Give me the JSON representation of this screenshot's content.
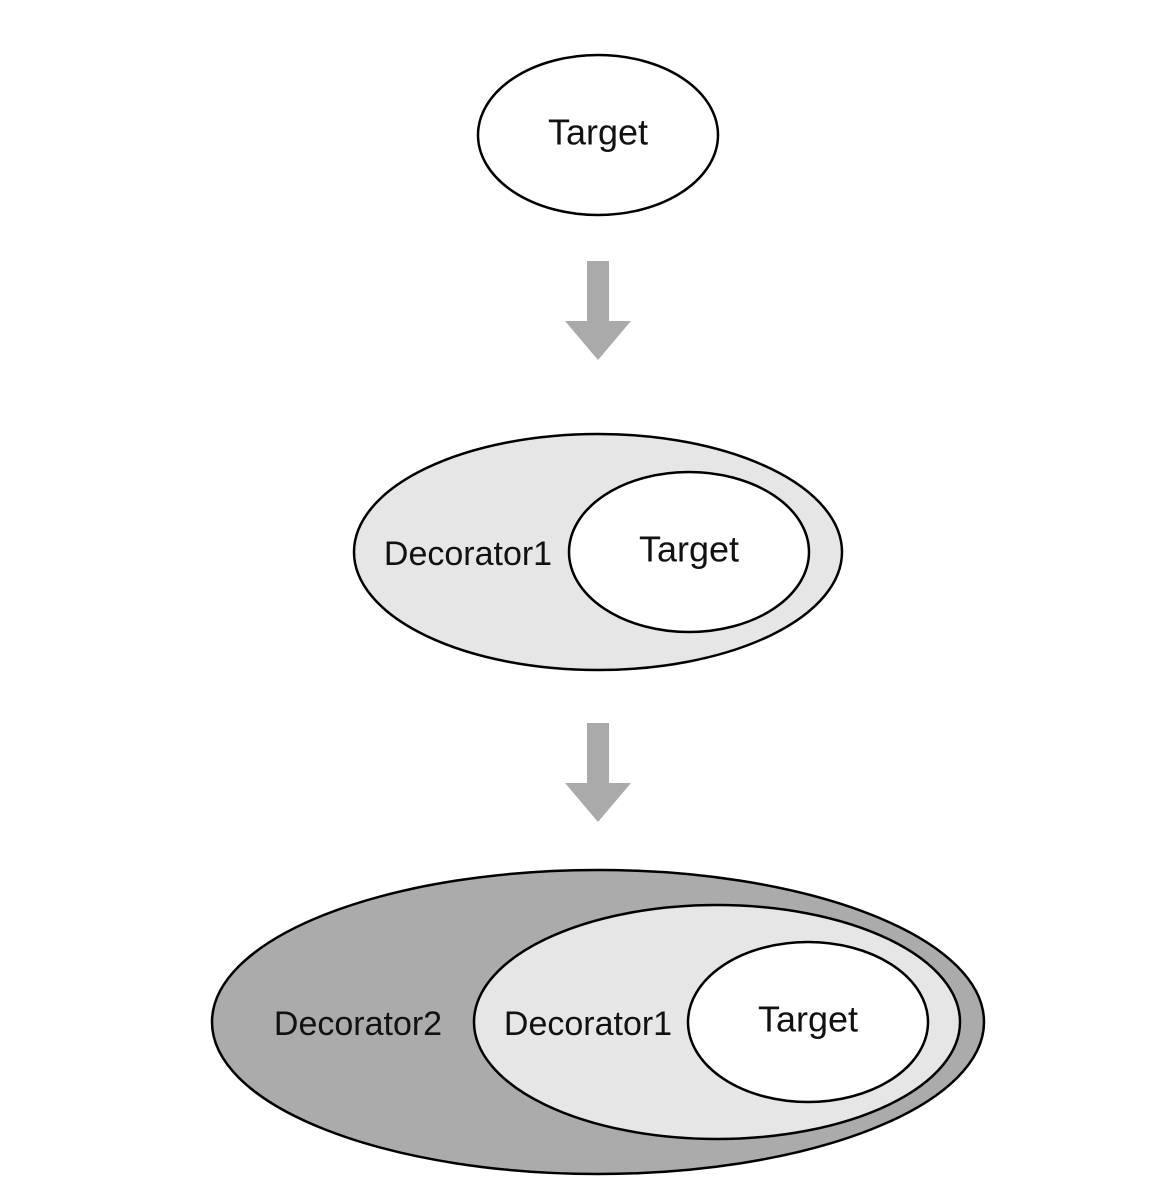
{
  "colors": {
    "target_fill": "#ffffff",
    "decorator1_fill": "#e6e6e6",
    "decorator2_fill": "#ababab",
    "outline": "#000000",
    "arrow": "#aaaaaa"
  },
  "stages": [
    {
      "labels": {
        "target": "Target"
      }
    },
    {
      "labels": {
        "decorator1": "Decorator1",
        "target": "Target"
      }
    },
    {
      "labels": {
        "decorator2": "Decorator2",
        "decorator1": "Decorator1",
        "target": "Target"
      }
    }
  ],
  "icons": {
    "arrow": "down-arrow-icon"
  }
}
